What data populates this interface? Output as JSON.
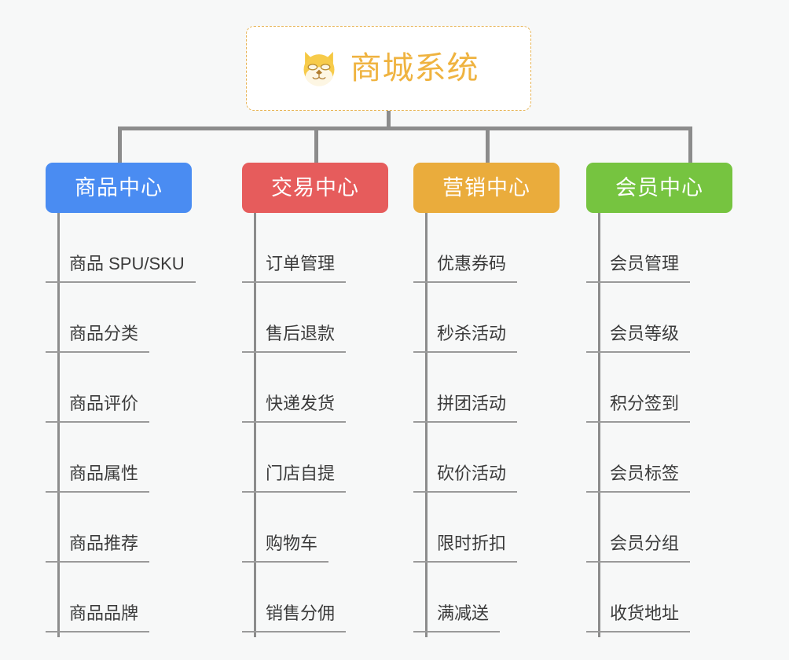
{
  "diagram": {
    "title": "商城系统",
    "root": {
      "label": "商城系统",
      "icon": "shiba-dog-icon",
      "text_color": "#efb340",
      "border_color": "#e8b455",
      "background": "#ffffff"
    },
    "background_color": "#f7f8f8",
    "connector_color": "#8c8c8c",
    "leaf_text_color": "#3b3b3b",
    "columns": [
      {
        "label": "商品中心",
        "color": "#4a8cf2",
        "items": [
          "商品 SPU/SKU",
          "商品分类",
          "商品评价",
          "商品属性",
          "商品推荐",
          "商品品牌"
        ]
      },
      {
        "label": "交易中心",
        "color": "#e65c5c",
        "items": [
          "订单管理",
          "售后退款",
          "快递发货",
          "门店自提",
          "购物车",
          "销售分佣"
        ]
      },
      {
        "label": "营销中心",
        "color": "#eaac3c",
        "items": [
          "优惠券码",
          "秒杀活动",
          "拼团活动",
          "砍价活动",
          "限时折扣",
          "满减送"
        ]
      },
      {
        "label": "会员中心",
        "color": "#76c440",
        "items": [
          "会员管理",
          "会员等级",
          "积分签到",
          "会员标签",
          "会员分组",
          "收货地址"
        ]
      }
    ]
  }
}
